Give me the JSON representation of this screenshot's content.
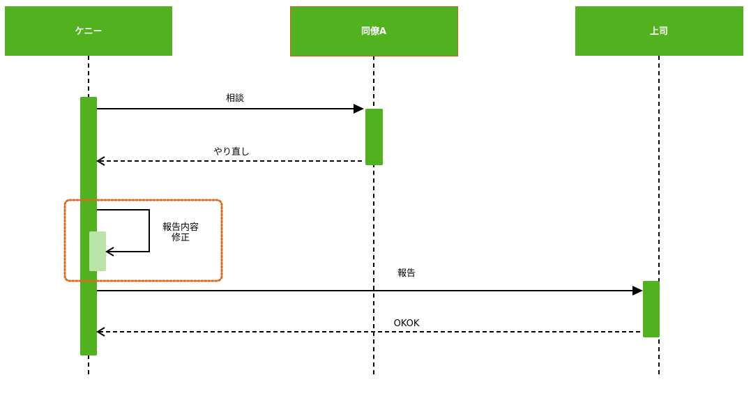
{
  "diagram": {
    "actors": [
      {
        "label": "ケニー"
      },
      {
        "label": "同僚A"
      },
      {
        "label": "上司"
      }
    ],
    "messages": {
      "consult": "相談",
      "redo": "やり直し",
      "self_fix_line1": "報告内容",
      "self_fix_line2": "修正",
      "report": "報告",
      "ok": "OKOK"
    }
  },
  "colors": {
    "actor_fill": "#52b11f",
    "actor_b_border": "#e0561c",
    "activation": "#52b11f",
    "self_activation": "#b9e3a8",
    "highlight_border": "#dc6a1f",
    "actor_text": "#ffffff",
    "line": "#000000"
  }
}
